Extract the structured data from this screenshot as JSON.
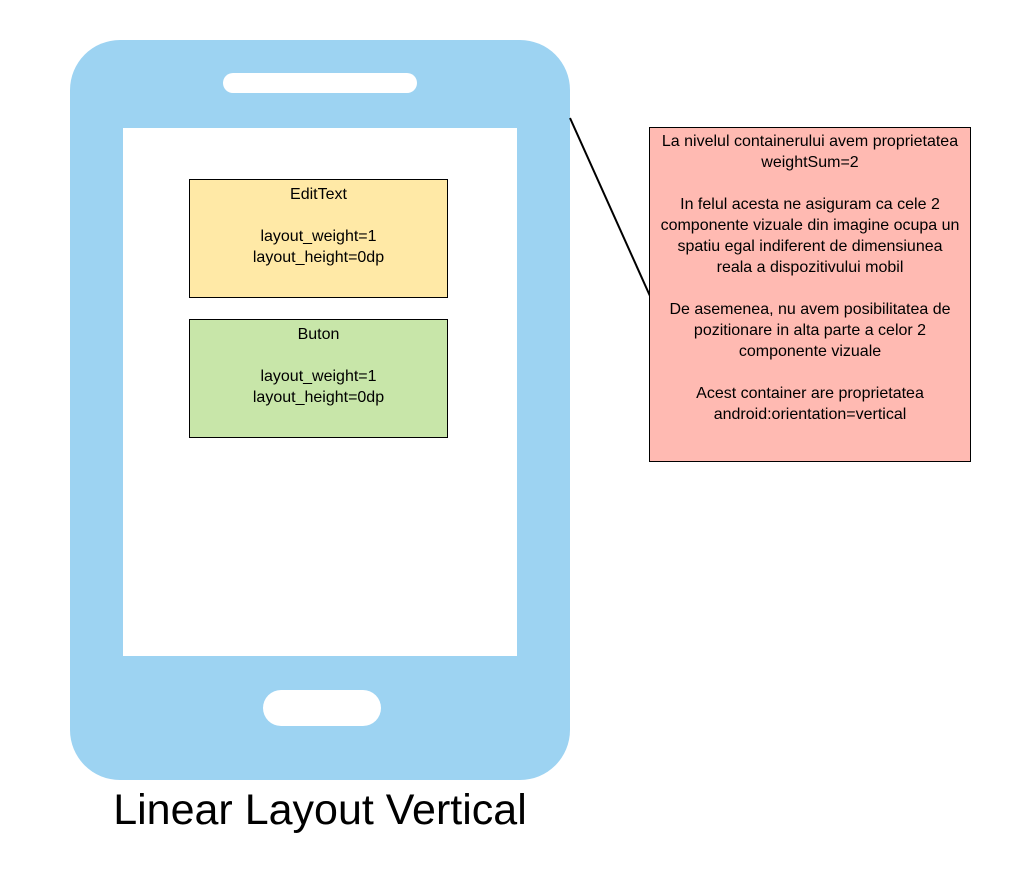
{
  "diagram": {
    "caption": "Linear Layout Vertical",
    "colors": {
      "phone_body": "#9dd3f2",
      "edittext_fill": "#ffe9a6",
      "button_fill": "#c8e6a9",
      "note_fill": "#ffbab2"
    },
    "edittext": {
      "title": "EditText",
      "weight": "layout_weight=1",
      "height": "layout_height=0dp"
    },
    "button": {
      "title": "Buton",
      "weight": "layout_weight=1",
      "height": "layout_height=0dp"
    },
    "note": {
      "para1": "La nivelul containerului avem proprietatea weightSum=2",
      "para2": "In felul acesta ne asiguram ca cele 2 componente vizuale din imagine ocupa un spatiu egal indiferent de dimensiunea reala a dispozitivului mobil",
      "para3": "De asemenea, nu avem posibilitatea de pozitionare in alta parte a celor 2 componente vizuale",
      "para4": "Acest container are proprietatea android:orientation=vertical"
    }
  }
}
